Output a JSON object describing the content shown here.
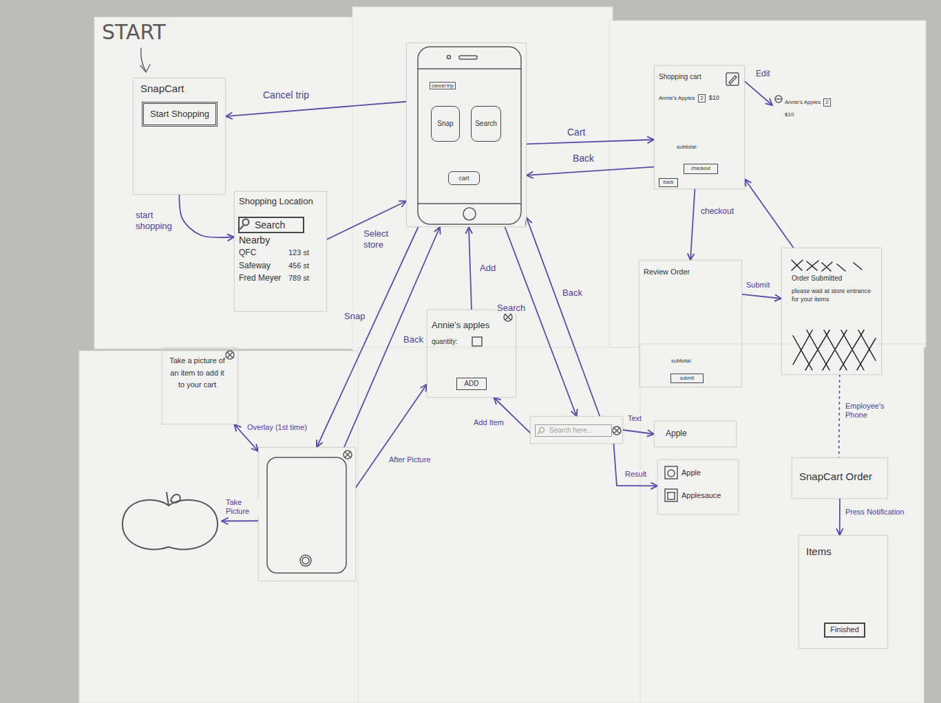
{
  "diagram": {
    "nodes": [
      {
        "text": [
          "SnapCart"
        ]
      },
      {
        "text": [
          "Start Shopping"
        ],
        "in": 0
      },
      {
        "text": [
          "cancel trip"
        ]
      },
      {
        "text": [
          "Snap"
        ],
        "in": 2
      },
      {
        "text": [
          "Search"
        ],
        "in": 2
      },
      {
        "text": [
          "cart"
        ],
        "in": 2
      },
      {
        "text": [
          "Shopping cart",
          "Annie's Apples",
          "2",
          "$10",
          "subtotal:"
        ]
      },
      {
        "text": [
          "checkout"
        ],
        "in": 6
      },
      {
        "text": [
          "back"
        ],
        "in": 6
      },
      {
        "text": [
          "Annie's Apples",
          "2",
          "$10"
        ]
      },
      {
        "text": [
          "Shopping Location",
          "Nearby",
          "QFC",
          "123 st",
          "Safeway",
          "456 st",
          "Fred Meyer",
          "789 st"
        ]
      },
      {
        "text": [
          "Search"
        ],
        "in": 10
      },
      {
        "text": [
          "Review Order",
          "subtotal:"
        ]
      },
      {
        "text": [
          "submit"
        ],
        "in": 12
      },
      {
        "text": [
          "Order Submitted",
          "please wait at store entrance for your items"
        ]
      },
      {
        "text": [
          "Annie's apples",
          "quantity:"
        ]
      },
      {
        "text": [
          "ADD"
        ],
        "in": 15
      },
      {
        "text": [
          "Take a picture of an item to add it to your cart"
        ]
      },
      {
        "text": [
          "Search here..."
        ]
      },
      {
        "text": [
          "Apple"
        ]
      },
      {
        "text": [
          "Apple",
          "Applesauce"
        ]
      },
      {
        "text": [
          "SnapCart Order"
        ]
      },
      {
        "text": []
      },
      {
        "text": []
      },
      {
        "text": [
          "Items"
        ]
      },
      {
        "text": [
          "Finished"
        ],
        "in": 24
      }
    ],
    "edges": [
      {
        "from": 2,
        "to": 0,
        "label": "Cancel trip",
        "arrow": "to"
      },
      {
        "from": 0,
        "to": 10,
        "label": "start shopping",
        "arrow": "to"
      },
      {
        "from": 10,
        "to": 2,
        "label": "Select store",
        "arrow": "to"
      },
      {
        "from": 2,
        "to": 6,
        "label": "Cart",
        "arrow": "to"
      },
      {
        "from": 6,
        "to": 2,
        "label": "Back",
        "arrow": "to"
      },
      {
        "from": 6,
        "to": 9,
        "label": "Edit",
        "arrow": "to"
      },
      {
        "from": 6,
        "to": 12,
        "label": "checkout",
        "arrow": "to"
      },
      {
        "from": 12,
        "to": 14,
        "label": "Submit",
        "arrow": "to"
      },
      {
        "from": 14,
        "to": 6,
        "arrow": "to"
      },
      {
        "from": 14,
        "to": 21,
        "label": "Employee's Phone",
        "arrow": "none"
      },
      {
        "from": 21,
        "to": 24,
        "label": "Press Notification",
        "arrow": "to"
      },
      {
        "from": 15,
        "to": 2,
        "label": "Add",
        "arrow": "to"
      },
      {
        "from": 2,
        "to": 22,
        "label": "Snap",
        "arrow": "to"
      },
      {
        "from": 22,
        "to": 2,
        "label": "Back",
        "arrow": "to"
      },
      {
        "from": 22,
        "to": 15,
        "label": "After Picture",
        "arrow": "to"
      },
      {
        "from": 22,
        "to": 23,
        "label": "Take Picture",
        "arrow": "to"
      },
      {
        "from": 17,
        "to": 22,
        "label": "Overlay (1st time)",
        "arrow": "both"
      },
      {
        "from": 2,
        "to": 18,
        "label": "Search",
        "arrow": "to"
      },
      {
        "from": 18,
        "to": 2,
        "label": "Back",
        "arrow": "to"
      },
      {
        "from": 18,
        "to": 15,
        "label": "Add Item",
        "arrow": "to"
      },
      {
        "from": 18,
        "to": 19,
        "label": "Text",
        "arrow": "to"
      },
      {
        "from": 18,
        "to": 20,
        "label": "Result",
        "arrow": "to"
      }
    ],
    "labels": [
      "START"
    ]
  }
}
